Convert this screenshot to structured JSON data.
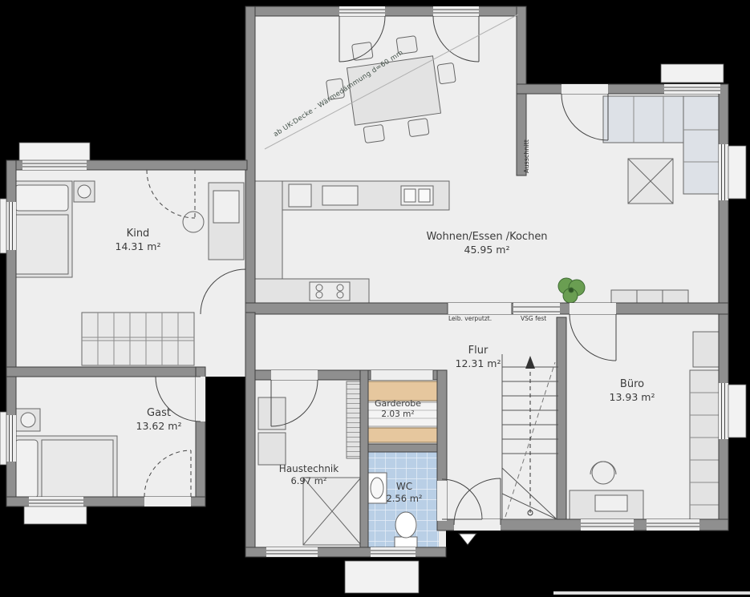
{
  "rooms": [
    {
      "id": "kind",
      "name": "Kind",
      "area": "14.31 m²"
    },
    {
      "id": "wohnen",
      "name": "Wohnen/Essen /Kochen",
      "area": "45.95 m²"
    },
    {
      "id": "gast",
      "name": "Gast",
      "area": "13.62 m²"
    },
    {
      "id": "flur",
      "name": "Flur",
      "area": "12.31 m²"
    },
    {
      "id": "garderobe",
      "name": "Garderobe",
      "area": "2.03 m²"
    },
    {
      "id": "haustechnik",
      "name": "Haustechnik",
      "area": "6.97 m²"
    },
    {
      "id": "wc",
      "name": "WC",
      "area": "2.56 m²"
    },
    {
      "id": "buero",
      "name": "Büro",
      "area": "13.93 m²"
    }
  ],
  "annotations": {
    "ceiling_note": "ab UK-Decke - Wärmedämmung d=60 mm",
    "cutout_label": "Ausschnitt",
    "reveal_note": "Leib. verputzt.",
    "glazing_note": "VSG fest"
  },
  "colors": {
    "background": "#000000",
    "floor": "#eeeeee",
    "wall": "#8f8f8f",
    "wc_tile": "#b9cfe6",
    "wardrobe_wood": "#e6c79e",
    "plant_green": "#6a9e52"
  }
}
